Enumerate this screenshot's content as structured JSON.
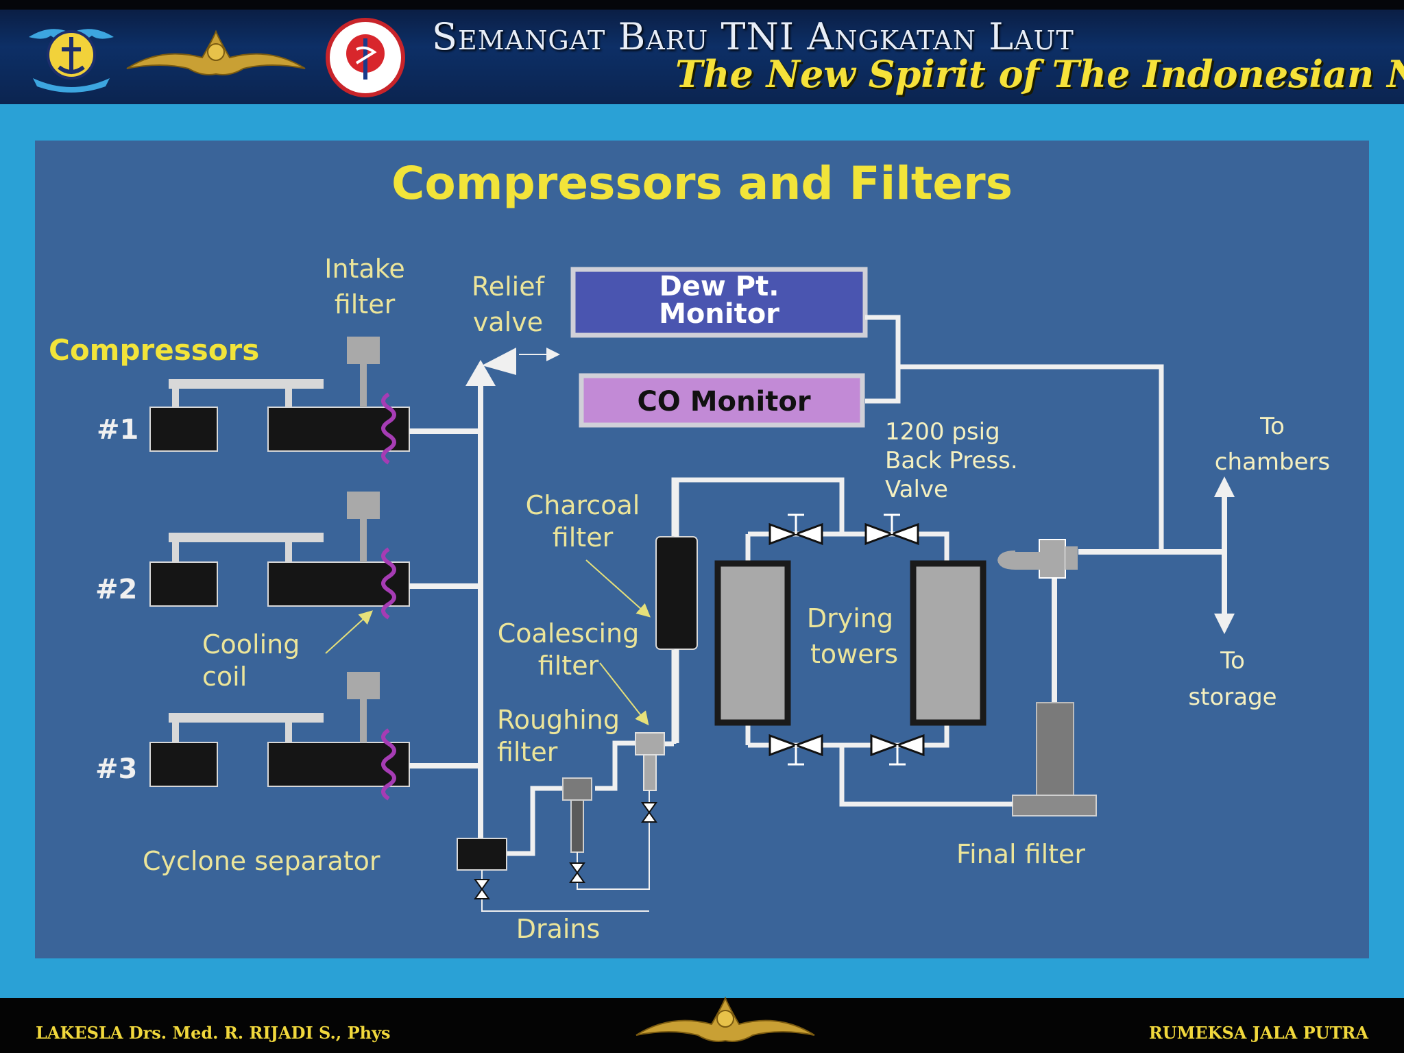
{
  "header": {
    "title_main": "Semangat Baru TNI Angkatan Laut",
    "title_sub": "The New Spirit of The Indonesian Navy"
  },
  "footer": {
    "left": "LAKESLA Drs. Med. R. RIJADI S., Phys",
    "right": "RUMEKSA JALA PUTRA"
  },
  "slide": {
    "title": "Compressors and Filters",
    "labels": {
      "compressors": "Compressors",
      "intake_filter_1": "Intake",
      "intake_filter_2": "filter",
      "relief_valve_1": "Relief",
      "relief_valve_2": "valve",
      "dew_monitor_1": "Dew Pt.",
      "dew_monitor_2": "Monitor",
      "co_monitor": "CO Monitor",
      "backpress_1": "1200 psig",
      "backpress_2": "Back Press.",
      "backpress_3": "Valve",
      "to_chambers_1": "To",
      "to_chambers_2": "chambers",
      "to_storage_1": "To",
      "to_storage_2": "storage",
      "charcoal_1": "Charcoal",
      "charcoal_2": "filter",
      "coalescing_1": "Coalescing",
      "coalescing_2": "filter",
      "roughing_1": "Roughing",
      "roughing_2": "filter",
      "drying_1": "Drying",
      "drying_2": "towers",
      "cooling_1": "Cooling",
      "cooling_2": "coil",
      "cyclone": "Cyclone separator",
      "drains": "Drains",
      "final_filter": "Final filter",
      "num1": "#1",
      "num2": "#2",
      "num3": "#3"
    }
  },
  "colors": {
    "background": "#2aa1d6",
    "slide": "#3a6499",
    "title": "#f2e43a",
    "label": "#ece59a",
    "dew_monitor": "#4a55b0",
    "co_monitor": "#c28ad6",
    "coil": "#a63cb4"
  }
}
